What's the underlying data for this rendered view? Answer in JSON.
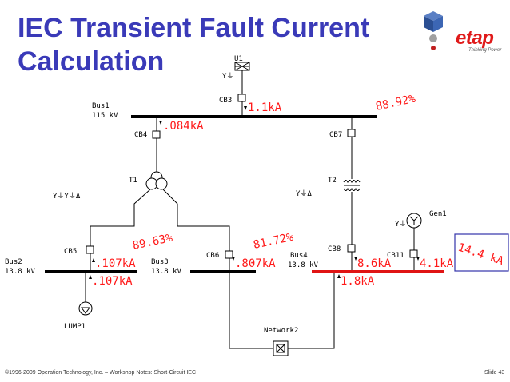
{
  "slide": {
    "title_line1": "IEC Transient Fault Current",
    "title_line2": "Calculation",
    "footer": "©1996-2009 Operation Technology, Inc. – Workshop Notes: Short-Circuit IEC",
    "slide_number": "Slide 43"
  },
  "logo": {
    "word": "etap",
    "tagline": "Thinking Power"
  },
  "diagram": {
    "colors": {
      "line": "#000000",
      "faulted_bus": "#e01414",
      "value_text": "#ff1a1a",
      "highlight_box": "#3333aa"
    },
    "symbols": {
      "wye": "Y",
      "wye_grounded": "Y⏚",
      "wye_wye_delta": "Y⏚Y⏚Δ",
      "wye_delta": "Y⏚Δ"
    },
    "labels": {
      "u1": "U1",
      "cb3": "CB3",
      "bus1": "Bus1",
      "bus1_kv": "115 kV",
      "cb4": "CB4",
      "cb7": "CB7",
      "t1": "T1",
      "t2": "T2",
      "cb5": "CB5",
      "cb6": "CB6",
      "cb8": "CB8",
      "cb11": "CB11",
      "bus2": "Bus2",
      "bus2_kv": "13.8 kV",
      "bus3": "Bus3",
      "bus3_kv": "13.8 kV",
      "bus4": "Bus4",
      "bus4_kv": "13.8 kV",
      "gen1": "Gen1",
      "lump1": "LUMP1",
      "network2": "Network2"
    },
    "values": {
      "cb3_current": "1.1kA",
      "cb4_current": ".084kA",
      "bus1_voltage_pct": "88.92%",
      "cb5_pct": "89.63%",
      "cb6_pct": "81.72%",
      "cb5_current": ".107kA",
      "lump1_current": ".107kA",
      "cb6_current": ".807kA",
      "cb8_current": "8.6kA",
      "cb11_current": "4.1kA",
      "network_current": "1.8kA",
      "total_fault_current": "14.4 kA"
    }
  }
}
